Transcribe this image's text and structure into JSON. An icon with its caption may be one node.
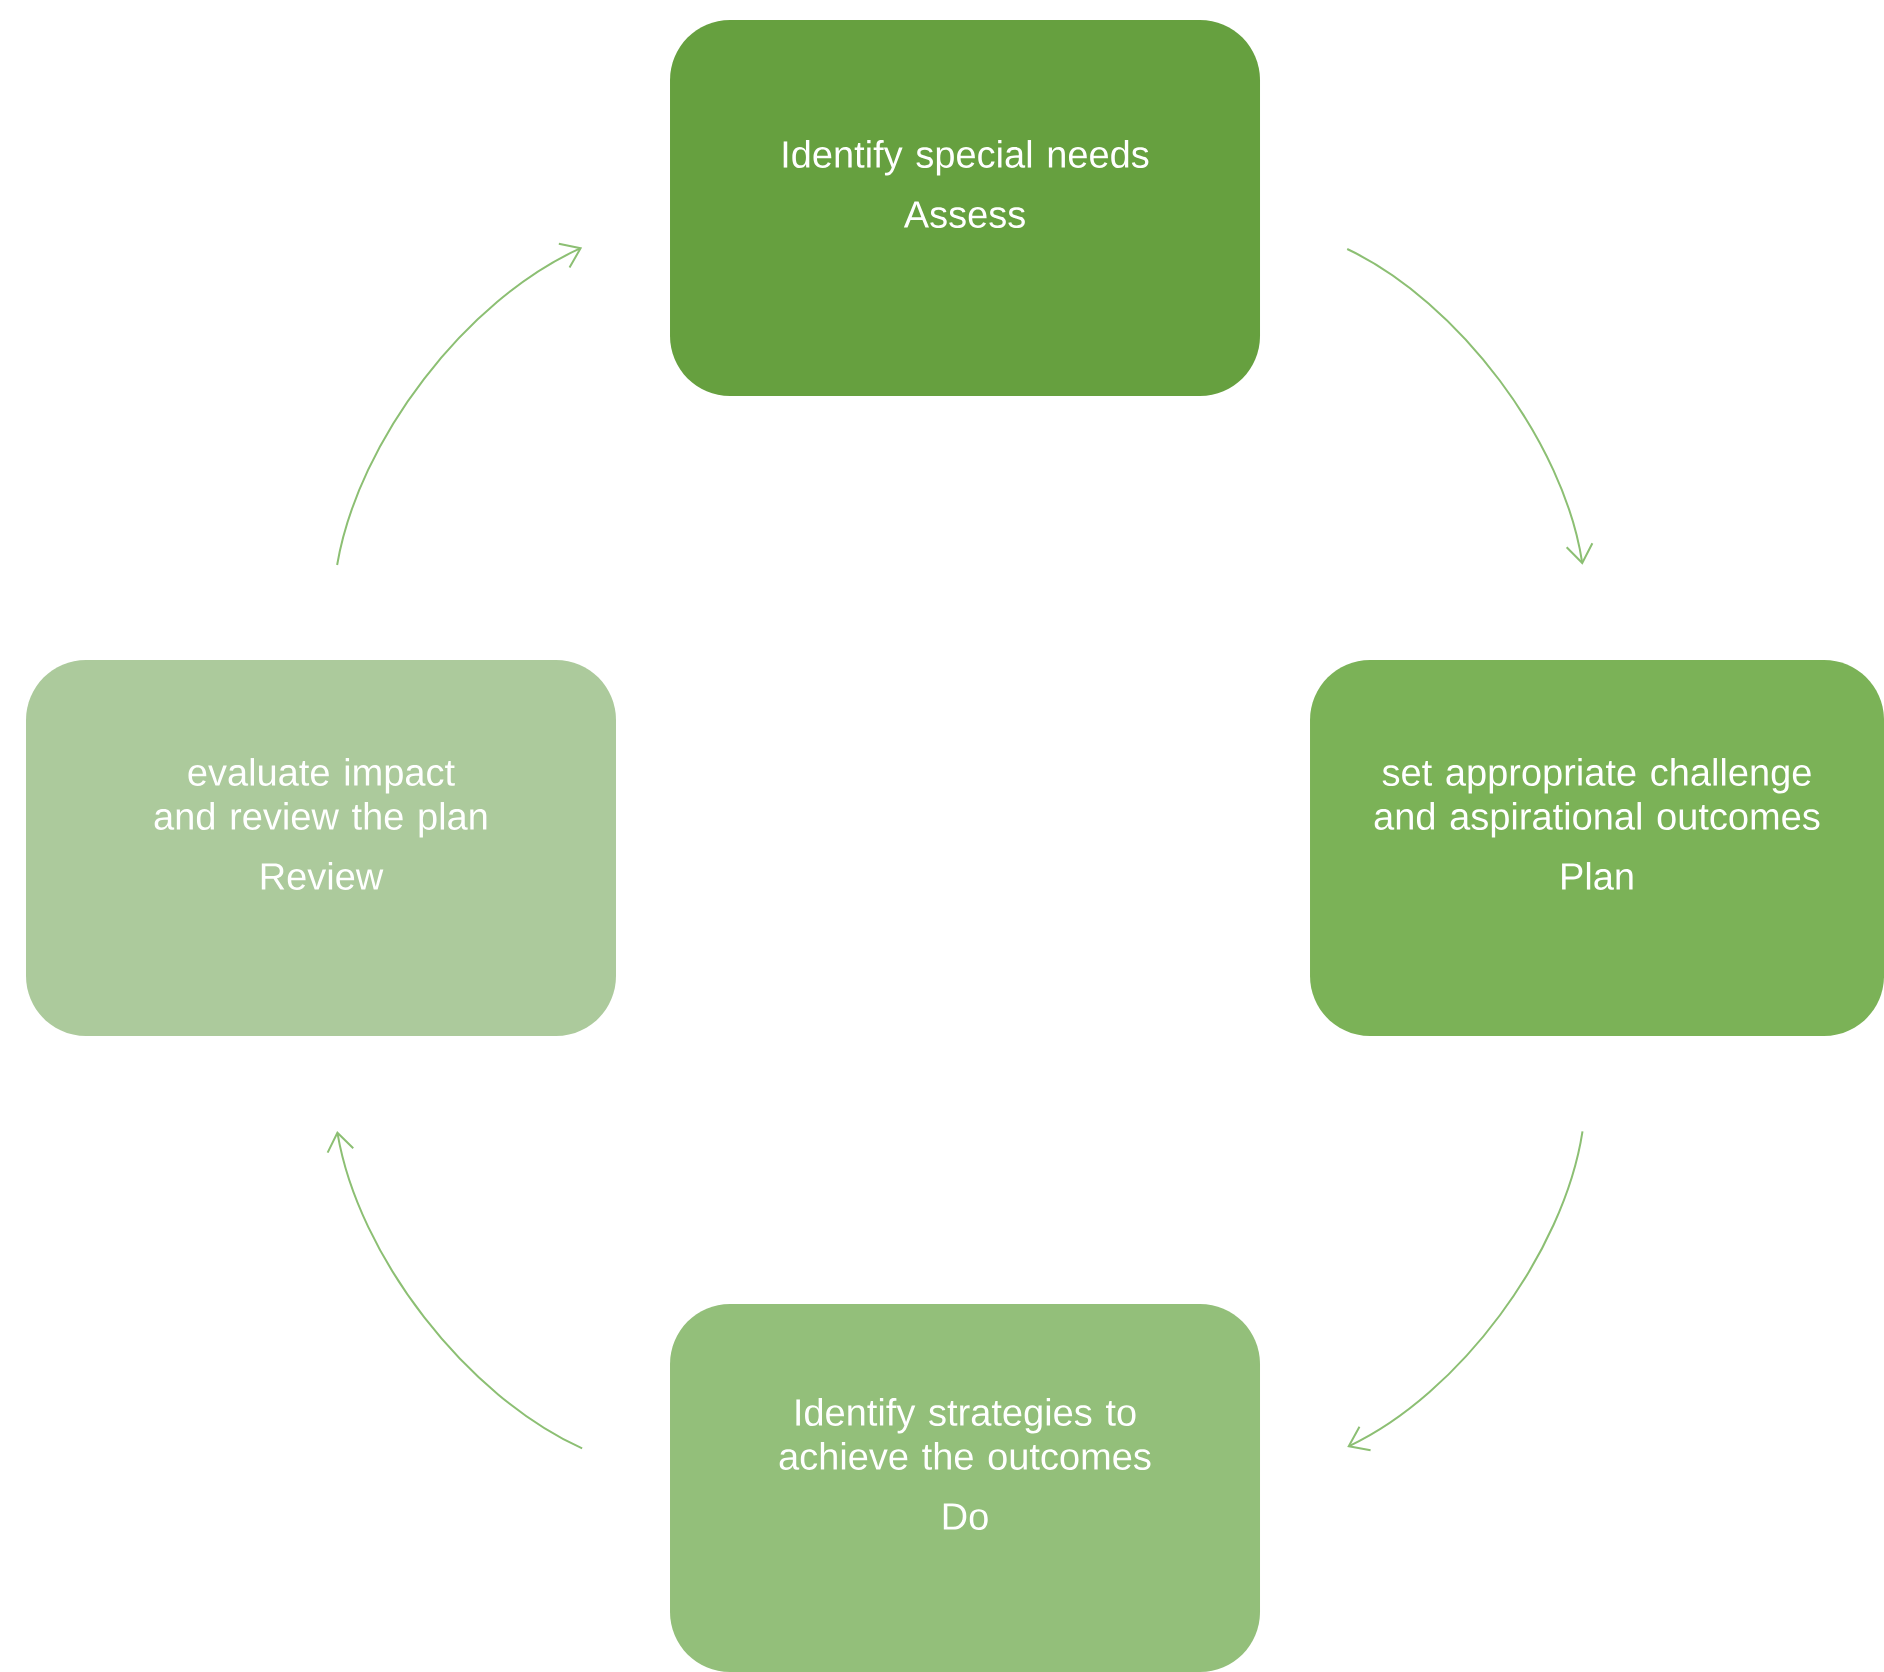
{
  "diagram": {
    "nodes": [
      {
        "text": [
          "Identify special needs",
          "Assess"
        ]
      },
      {
        "text": [
          "set appropriate challenge and aspirational outcomes",
          "Plan"
        ]
      },
      {
        "text": [
          "Identify strategies to achieve the outcomes",
          "Do"
        ]
      },
      {
        "text": [
          "evaluate impact and review the plan",
          "Review"
        ]
      }
    ],
    "edges": [
      {
        "from": 0,
        "to": 1,
        "arrow": "to"
      },
      {
        "from": 1,
        "to": 2,
        "arrow": "to"
      },
      {
        "from": 2,
        "to": 3,
        "arrow": "to"
      },
      {
        "from": 3,
        "to": 0,
        "arrow": "to"
      }
    ]
  }
}
